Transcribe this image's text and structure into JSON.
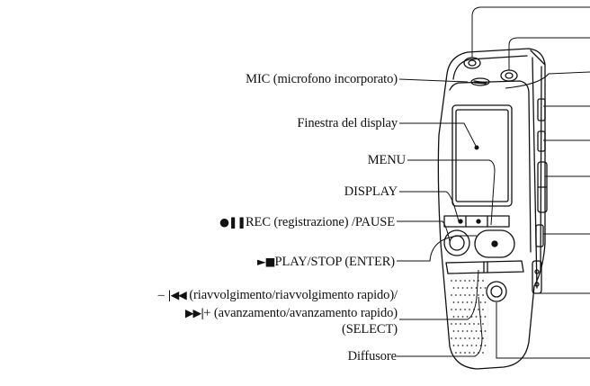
{
  "labels": {
    "mic": "MIC (microfono incorporato)",
    "display_window": "Finestra del display",
    "menu": "MENU",
    "display": "DISPLAY",
    "rec_pause_symbol": "●❚❚",
    "rec_pause": "REC (registrazione) /PAUSE",
    "play_stop_symbol": "►■",
    "play_stop": "PLAY/STOP (ENTER)",
    "rewind_prefix": "– ",
    "rewind_symbol": "|◀◀",
    "rewind": " (riavvolgimento/riavvolgimento rapido)/",
    "forward_symbol": "▶▶|",
    "forward": "+ (avanzamento/avanzamento rapido)",
    "select": "(SELECT)",
    "speaker": "Diffusore"
  },
  "colors": {
    "line": "#111111",
    "background": "#ffffff"
  }
}
